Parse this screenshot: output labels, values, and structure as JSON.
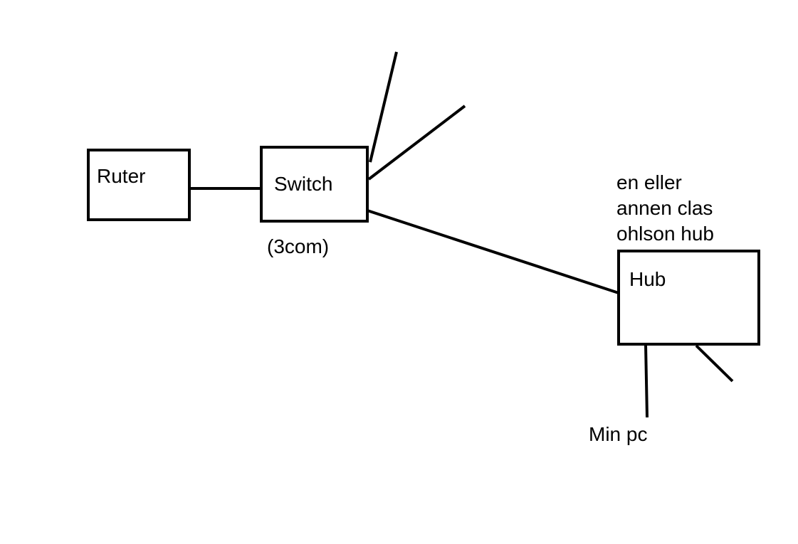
{
  "diagram": {
    "nodes": {
      "router": {
        "label": "Ruter"
      },
      "switch": {
        "label": "Switch",
        "sublabel": "(3com)"
      },
      "hub": {
        "label": "Hub",
        "note_lines": [
          "en eller",
          "annen clas",
          "ohlson hub"
        ]
      }
    },
    "endpoints": {
      "my_pc": {
        "label": "Min pc"
      }
    },
    "connections": [
      {
        "from": "router",
        "to": "switch"
      },
      {
        "from": "switch",
        "to": "hub"
      },
      {
        "from": "switch",
        "to": "unlabeled-1"
      },
      {
        "from": "switch",
        "to": "unlabeled-2"
      },
      {
        "from": "hub",
        "to": "my_pc"
      },
      {
        "from": "hub",
        "to": "unlabeled-3"
      }
    ],
    "stroke_color": "#000000",
    "background_color": "#ffffff"
  }
}
